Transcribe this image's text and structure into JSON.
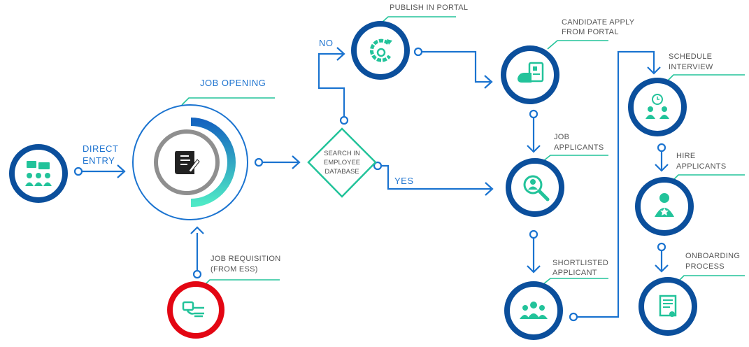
{
  "colors": {
    "flow": "#1a73d0",
    "node_ring": "#0b4f9c",
    "accent": "#22c39a",
    "requisition_ring": "#e30613"
  },
  "labels": {
    "direct_entry": [
      "DIRECT",
      "ENTRY"
    ],
    "job_opening": "JOB OPENING",
    "job_requisition": [
      "JOB REQUISITION",
      "(FROM ESS)"
    ],
    "search_db": [
      "SEARCH IN",
      "EMPLOYEE",
      "DATABASE"
    ],
    "no": "NO",
    "yes": "YES",
    "publish": "PUBLISH IN PORTAL",
    "candidate_apply": [
      "CANDIDATE APPLY",
      "FROM PORTAL"
    ],
    "job_applicants": [
      "JOB",
      "APPLICANTS"
    ],
    "shortlisted": [
      "SHORTLISTED",
      "APPLICANT"
    ],
    "schedule": [
      "SCHEDULE",
      "INTERVIEW"
    ],
    "hire": [
      "HIRE",
      "APPLICANTS"
    ],
    "onboarding": [
      "ONBOARDING",
      "PROCESS"
    ]
  },
  "icons": [
    "recruiters-icon",
    "job-document-icon",
    "handshake-icon",
    "publish-cycle-icon",
    "candidate-apply-icon",
    "search-applicant-icon",
    "team-icon",
    "interview-icon",
    "hire-icon",
    "certificate-icon"
  ]
}
